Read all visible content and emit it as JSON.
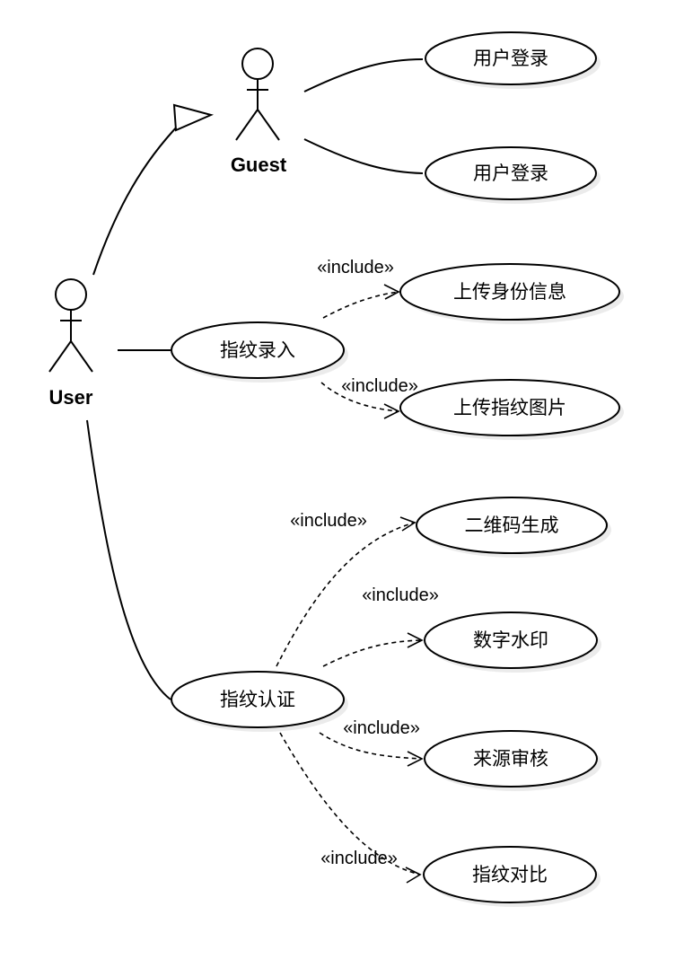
{
  "diagram": {
    "actors": {
      "guest": {
        "label": "Guest"
      },
      "user": {
        "label": "User"
      }
    },
    "use_cases": {
      "login_1": "用户登录",
      "login_2": "用户登录",
      "upload_id": "上传身份信息",
      "fingerprint_entry": "指纹录入",
      "upload_fingerprint": "上传指纹图片",
      "qr_generate": "二维码生成",
      "watermark": "数字水印",
      "fingerprint_auth": "指纹认证",
      "source_review": "来源审核",
      "fingerprint_compare": "指纹对比"
    },
    "stereotypes": {
      "include_1": "«include»",
      "include_2": "«include»",
      "include_3": "«include»",
      "include_4": "«include»",
      "include_5": "«include»",
      "include_6": "«include»"
    },
    "relations": [
      {
        "type": "generalization",
        "from": "user",
        "to": "guest"
      },
      {
        "type": "association",
        "from": "guest",
        "to": "login_1"
      },
      {
        "type": "association",
        "from": "guest",
        "to": "login_2"
      },
      {
        "type": "association",
        "from": "user",
        "to": "fingerprint_entry"
      },
      {
        "type": "association",
        "from": "user",
        "to": "fingerprint_auth"
      },
      {
        "type": "include",
        "from": "fingerprint_entry",
        "to": "upload_id"
      },
      {
        "type": "include",
        "from": "fingerprint_entry",
        "to": "upload_fingerprint"
      },
      {
        "type": "include",
        "from": "fingerprint_auth",
        "to": "qr_generate"
      },
      {
        "type": "include",
        "from": "fingerprint_auth",
        "to": "watermark"
      },
      {
        "type": "include",
        "from": "fingerprint_auth",
        "to": "source_review"
      },
      {
        "type": "include",
        "from": "fingerprint_auth",
        "to": "fingerprint_compare"
      }
    ],
    "colors": {
      "stroke": "#000000",
      "fill": "#ffffff",
      "shadow": "#000000"
    }
  }
}
